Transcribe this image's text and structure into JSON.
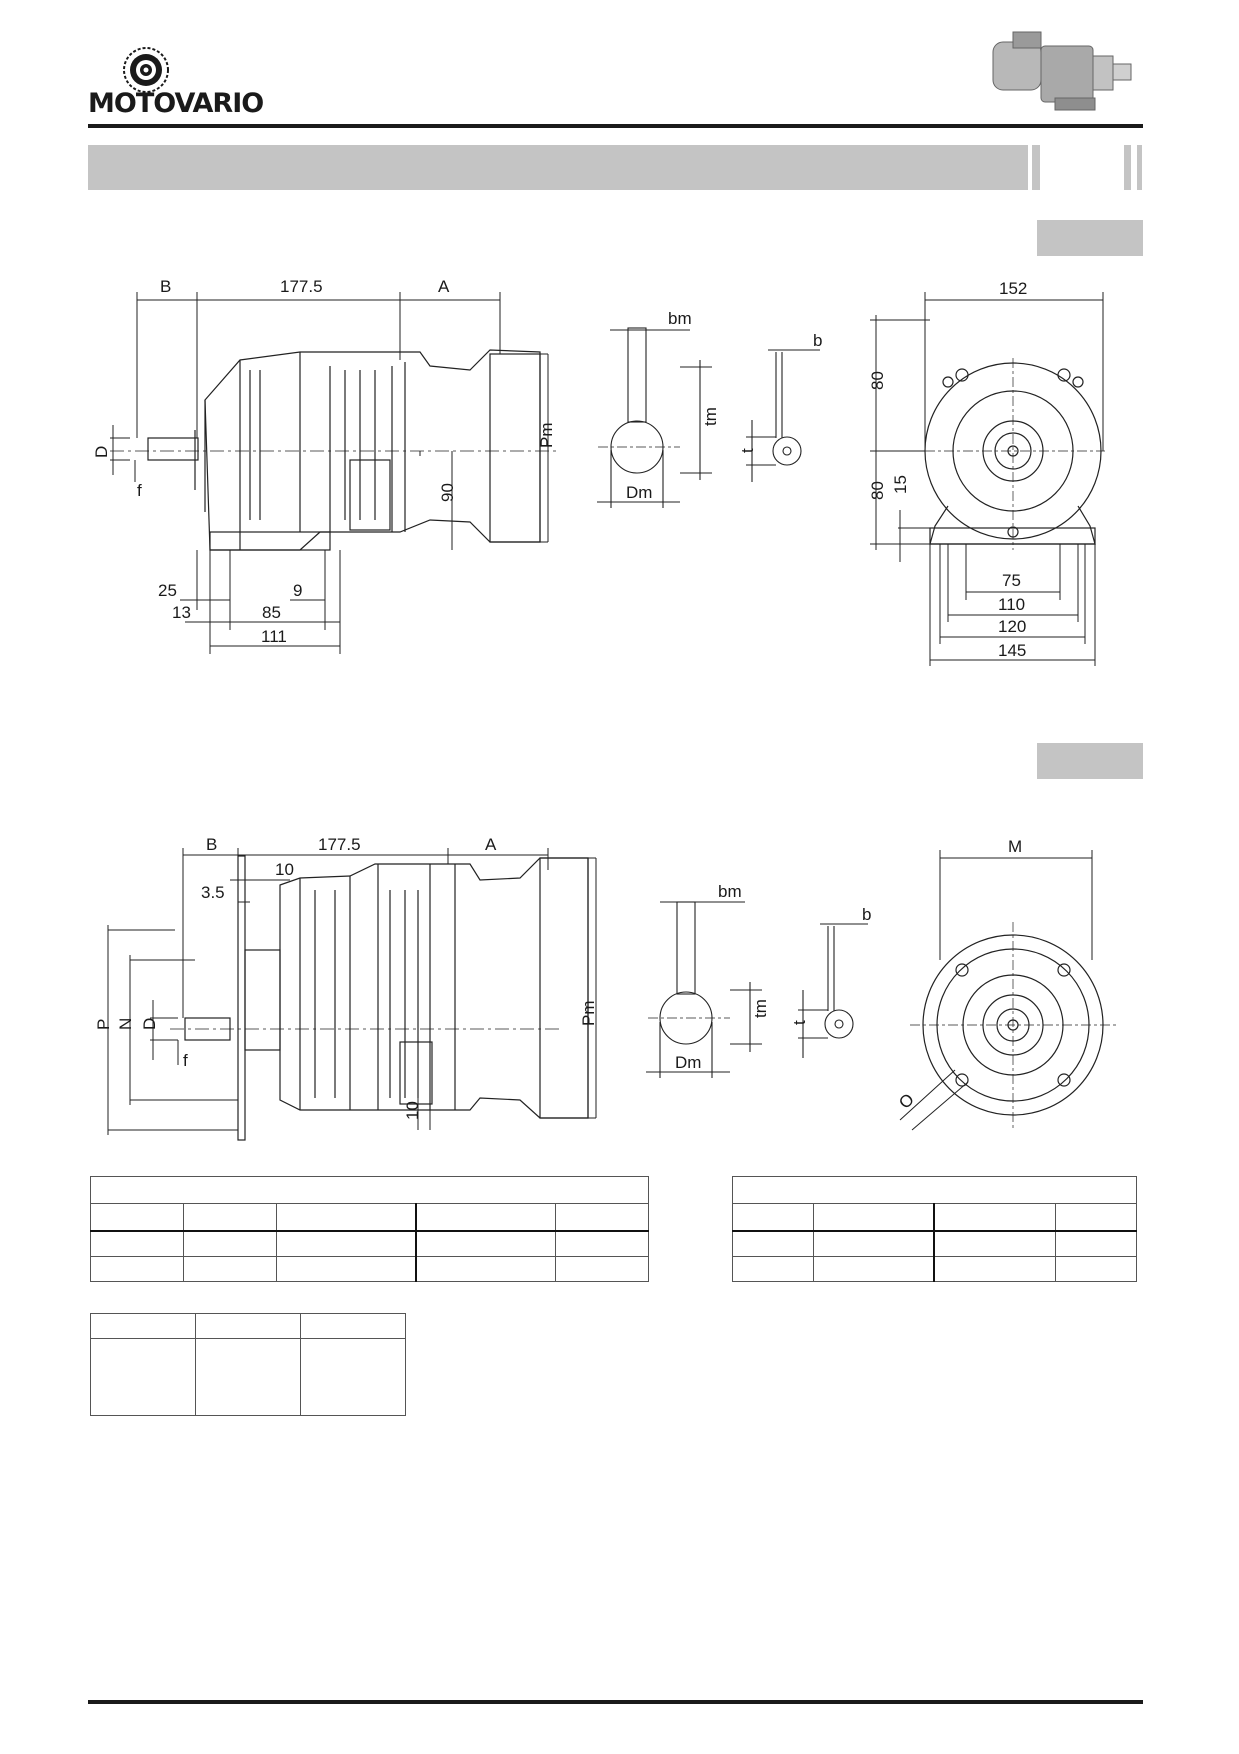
{
  "brand": {
    "name": "MOTOVARIO"
  },
  "drawing_top": {
    "dims": {
      "B": "B",
      "len": "177.5",
      "A": "A",
      "D": "D",
      "f": "f",
      "Pm": "Pm",
      "h90": "90",
      "d25": "25",
      "d9": "9",
      "d13": "13",
      "d85": "85",
      "d111": "111",
      "bm": "bm",
      "tm": "tm",
      "Dm": "Dm",
      "b": "b",
      "t": "t",
      "w152": "152",
      "h80a": "80",
      "h80b": "80",
      "h15": "15",
      "w75": "75",
      "w110": "110",
      "w120": "120",
      "w145": "145"
    }
  },
  "drawing_bottom": {
    "dims": {
      "B": "B",
      "len": "177.5",
      "A": "A",
      "d10": "10",
      "d35": "3.5",
      "P": "P",
      "N": "N",
      "D": "D",
      "f": "f",
      "Pm": "Pm",
      "h10": "10",
      "bm": "bm",
      "tm": "tm",
      "Dm": "Dm",
      "b": "b",
      "t": "t",
      "M": "M",
      "O": "O"
    }
  },
  "tables": {
    "table1": {
      "columns": 5,
      "rows": 3
    },
    "table2": {
      "columns": 4,
      "rows": 3
    },
    "table3": {
      "columns": 3,
      "rows": 2
    }
  }
}
